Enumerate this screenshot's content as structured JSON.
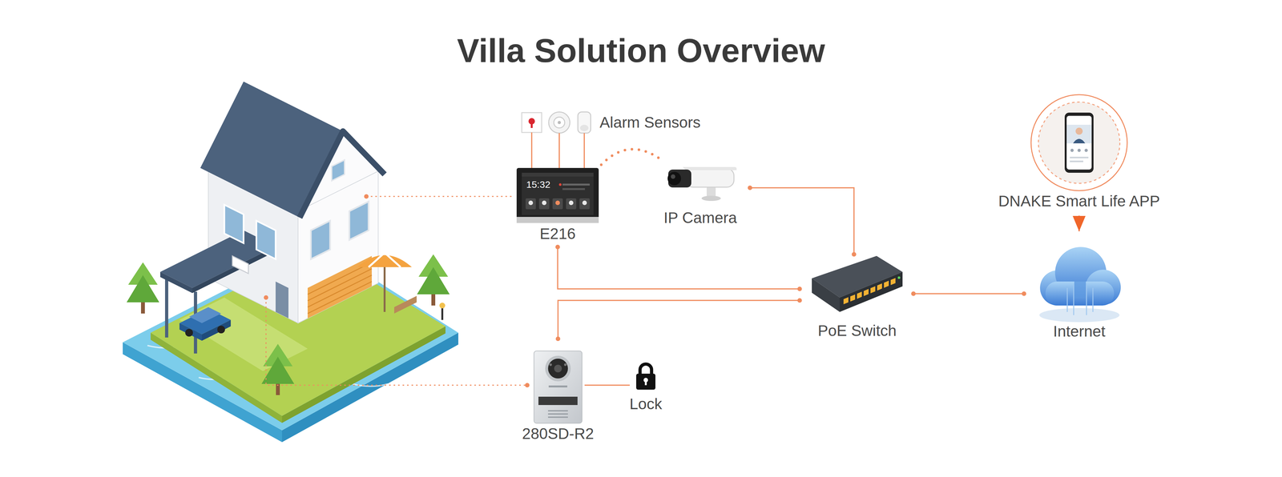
{
  "diagram": {
    "title": "Villa Solution Overview",
    "nodes": [
      {
        "text": [
          "Alarm Sensors"
        ]
      },
      {
        "text": [
          "DNAKE Smart Life APP"
        ]
      },
      {
        "text": [
          "E216"
        ]
      },
      {
        "text": [
          "IP Camera"
        ]
      },
      {
        "text": [
          "PoE Switch"
        ]
      },
      {
        "text": [
          "Internet"
        ]
      },
      {
        "text": [
          "280SD-R2"
        ]
      },
      {
        "text": [
          "Lock"
        ]
      }
    ],
    "edges": [
      {
        "from": 0,
        "to": 2,
        "arrow": "none"
      },
      {
        "from": 2,
        "to": 3,
        "arrow": "none"
      },
      {
        "from": 3,
        "to": 4,
        "arrow": "none"
      },
      {
        "from": 2,
        "to": 4,
        "arrow": "none"
      },
      {
        "from": 6,
        "to": 4,
        "arrow": "none"
      },
      {
        "from": 4,
        "to": 5,
        "arrow": "none"
      },
      {
        "from": 1,
        "to": 5,
        "arrow": "to"
      },
      {
        "from": 6,
        "to": 7,
        "arrow": "none"
      }
    ],
    "labels": [
      "15:32"
    ]
  }
}
